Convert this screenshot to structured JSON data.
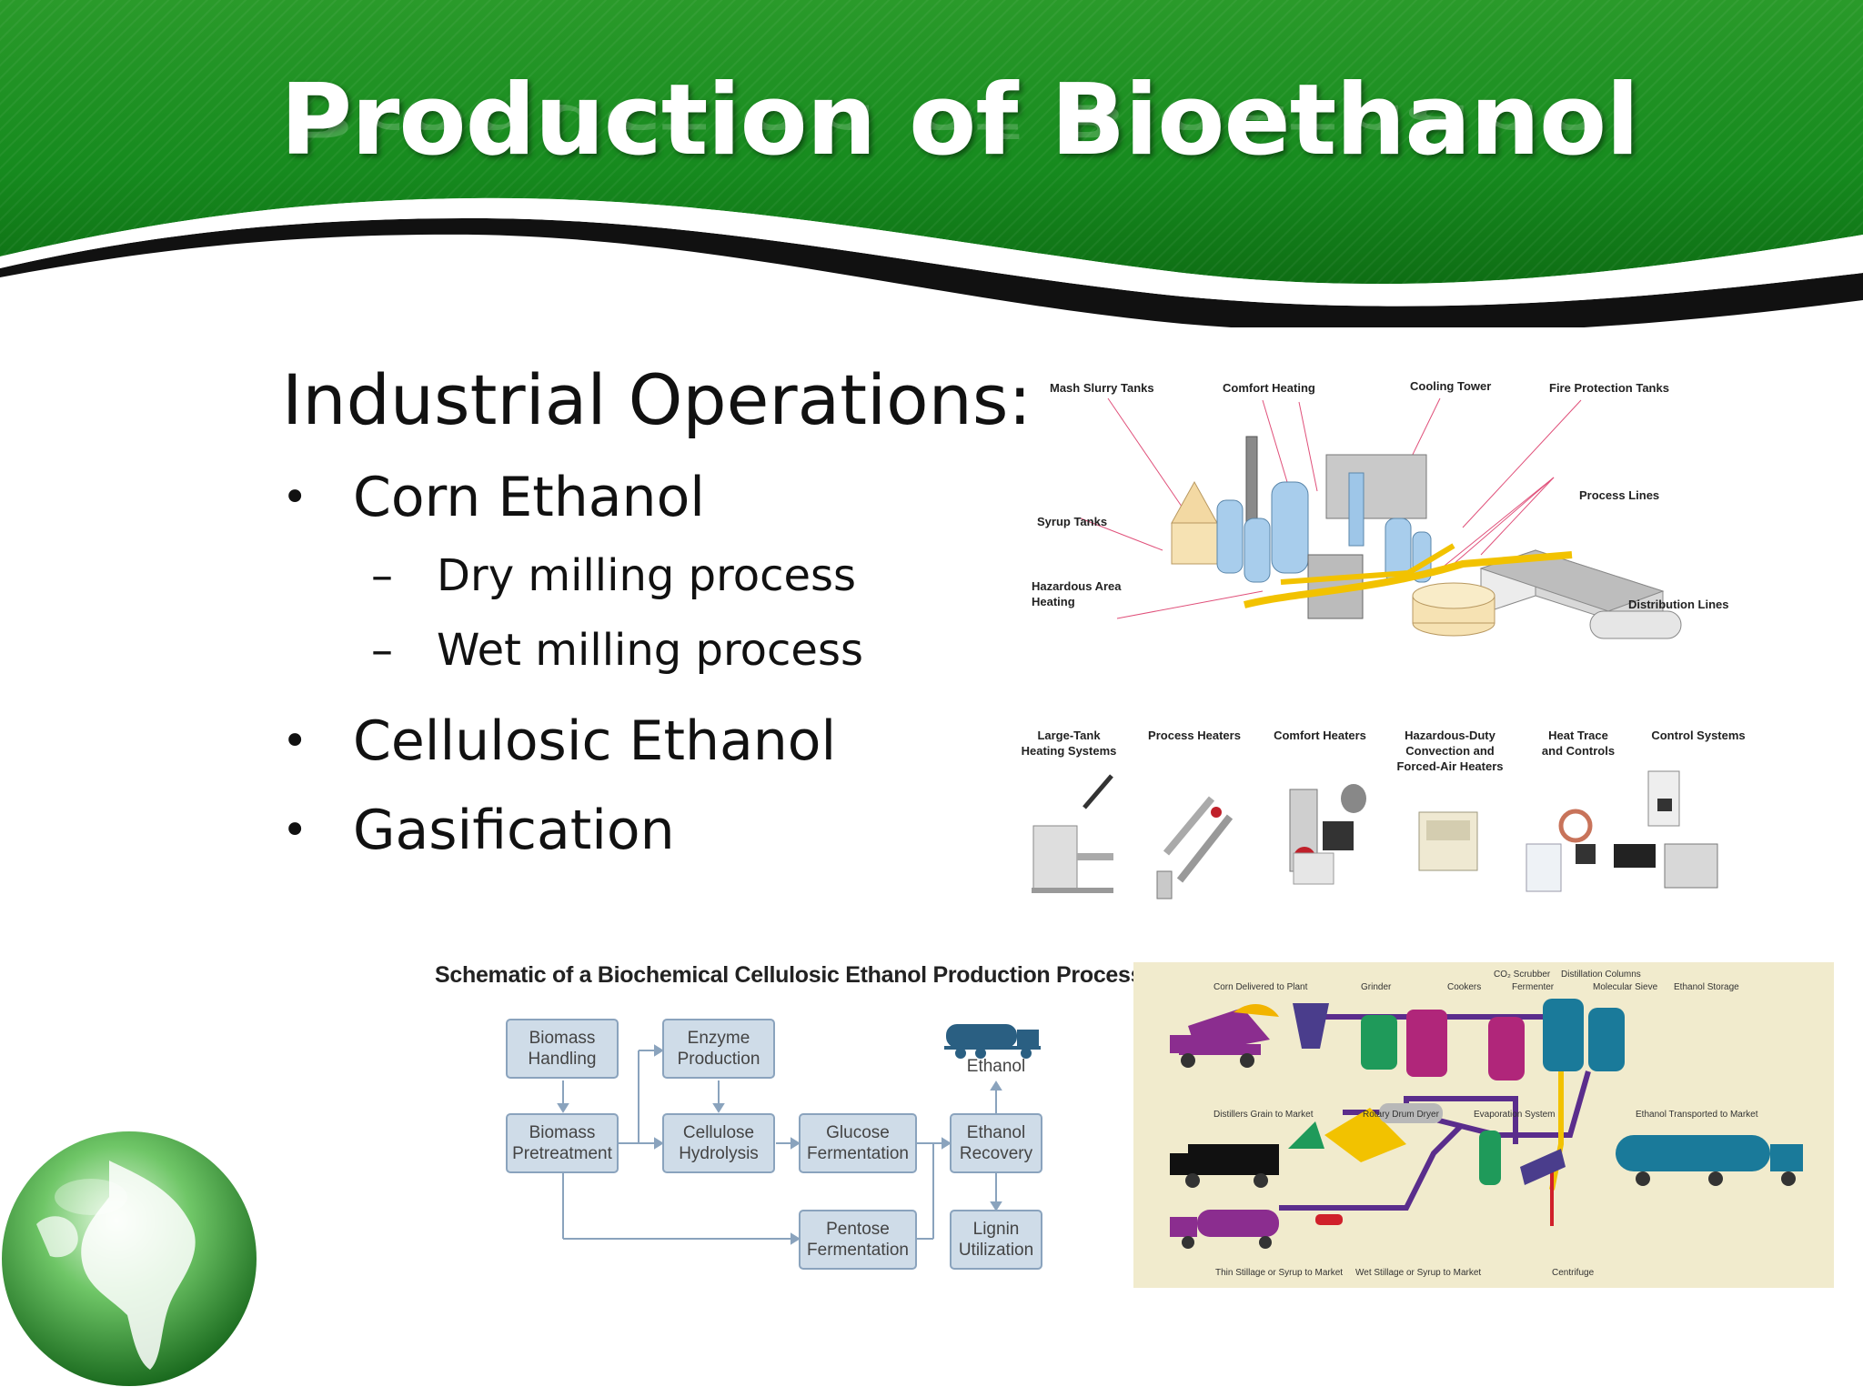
{
  "slide": {
    "title": "Production of Bioethanol",
    "heading": "Industrial Operations:",
    "bullets": [
      {
        "label": "Corn Ethanol",
        "subitems": [
          "Dry milling process",
          "Wet milling process"
        ]
      },
      {
        "label": "Cellulosic Ethanol"
      },
      {
        "label": "Gasification"
      }
    ],
    "bullet_glyph": "•",
    "sub_glyph": "–"
  },
  "plant_diagram": {
    "callouts": {
      "mash_slurry_tanks": "Mash Slurry Tanks",
      "comfort_heating": "Comfort Heating",
      "cooling_tower": "Cooling Tower",
      "fire_protection_tanks": "Fire Protection Tanks",
      "process_lines": "Process Lines",
      "syrup_tanks": "Syrup Tanks",
      "hazardous_area_heating_1": "Hazardous Area",
      "hazardous_area_heating_2": "Heating",
      "distribution_lines": "Distribution Lines"
    }
  },
  "equipment_row": {
    "items": [
      {
        "line1": "Large-Tank",
        "line2": "Heating Systems"
      },
      {
        "line1": "Process Heaters"
      },
      {
        "line1": "Comfort Heaters"
      },
      {
        "line1": "Hazardous-Duty",
        "line2": "Convection and",
        "line3": "Forced-Air Heaters"
      },
      {
        "line1": "Heat Trace",
        "line2": "and Controls"
      },
      {
        "line1": "Control Systems"
      }
    ]
  },
  "schematic": {
    "title": "Schematic of a Biochemical Cellulosic Ethanol Production Process",
    "boxes": {
      "biomass_handling": [
        "Biomass",
        "Handling"
      ],
      "enzyme_production": [
        "Enzyme",
        "Production"
      ],
      "biomass_pretreatment": [
        "Biomass",
        "Pretreatment"
      ],
      "cellulose_hydrolysis": [
        "Cellulose",
        "Hydrolysis"
      ],
      "glucose_fermentation": [
        "Glucose",
        "Fermentation"
      ],
      "ethanol_recovery": [
        "Ethanol",
        "Recovery"
      ],
      "pentose_fermentation": [
        "Pentose",
        "Fermentation"
      ],
      "lignin_utilization": [
        "Lignin",
        "Utilization"
      ]
    },
    "product_label": "Ethanol"
  },
  "plant_flow": {
    "labels": {
      "corn_delivered": "Corn Delivered to Plant",
      "grinder": "Grinder",
      "cookers": "Cookers",
      "co2_scrubber": "CO₂ Scrubber",
      "fermenter": "Fermenter",
      "distillation_columns": "Distillation Columns",
      "molecular_sieve": "Molecular Sieve",
      "ethanol_storage": "Ethanol Storage",
      "distillers_grain": "Distillers Grain to Market",
      "rotary_drum_dryer": "Rotary Drum Dryer",
      "evaporation_system": "Evaporation System",
      "ethanol_transported": "Ethanol Transported to Market",
      "thin_stillage": "Thin Stillage or Syrup to Market",
      "wet_stillage": "Wet Stillage or Syrup to Market",
      "centrifuge": "Centrifuge"
    }
  },
  "colors": {
    "header_green": "#1a8a1f",
    "header_dark": "#0f6b14",
    "box_fill": "#cfdce8",
    "box_border": "#8aa3bd",
    "pipe_purple": "#5a2d8c",
    "truck_purple": "#8b2d8f",
    "tank_teal": "#1a7a9a",
    "tank_green": "#1f9a5a",
    "tank_magenta": "#b0267a"
  }
}
